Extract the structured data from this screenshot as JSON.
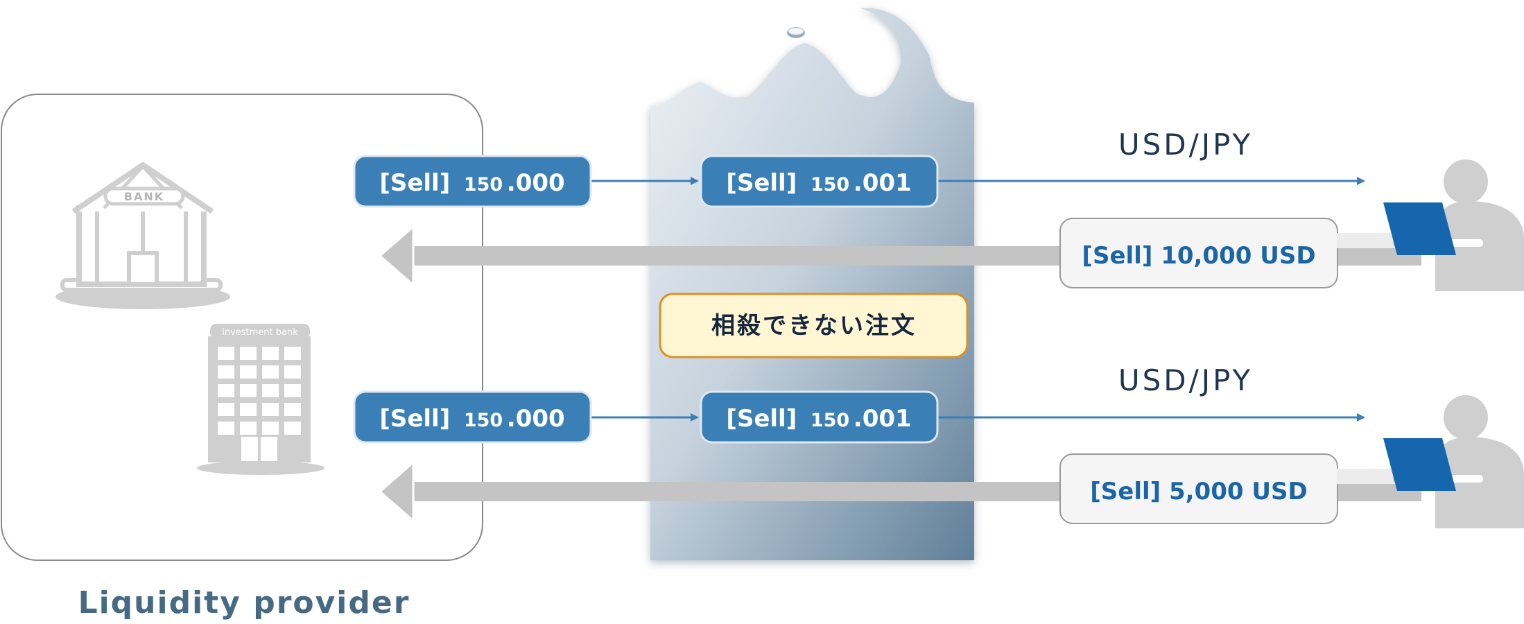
{
  "liquidity_provider": {
    "label": "Liquidity provider"
  },
  "bank_icon": {
    "sign": "BANK"
  },
  "investment_bank_icon": {
    "sign": "investment bank"
  },
  "note": {
    "label": "相殺できない注文"
  },
  "flows": [
    {
      "lp_quote": {
        "action": "[Sell]",
        "price_main": "150",
        "price_frac": ".000"
      },
      "broker_quote": {
        "action": "[Sell]",
        "price_main": "150",
        "price_frac": ".001"
      },
      "pair": "USD/JPY",
      "client_order": "[Sell] 10,000 USD"
    },
    {
      "lp_quote": {
        "action": "[Sell]",
        "price_main": "150",
        "price_frac": ".000"
      },
      "broker_quote": {
        "action": "[Sell]",
        "price_main": "150",
        "price_frac": ".001"
      },
      "pair": "USD/JPY",
      "client_order": "[Sell] 5,000 USD"
    }
  ],
  "colors": {
    "pill_blue": "#3a80b6",
    "arrow_blue": "#3b7fb7",
    "grey_arrow": "#c4c4c4",
    "icon_grey": "#cfcfcf",
    "laptop_blue": "#1566ad",
    "note_fill": "#fff7d3",
    "note_border": "#de8f24"
  }
}
